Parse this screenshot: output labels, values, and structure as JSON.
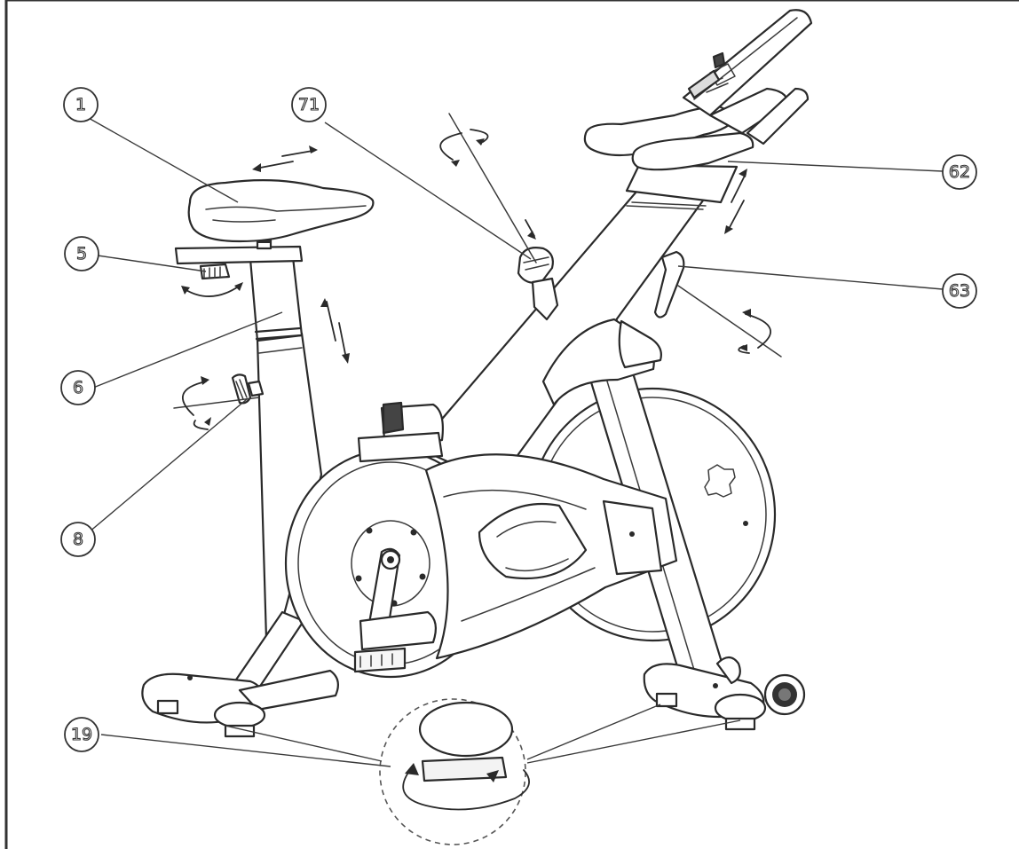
{
  "figure": {
    "frame_color": "#333333",
    "callouts": [
      {
        "id": "seat",
        "label": "1"
      },
      {
        "id": "seat-slide-knob",
        "label": "5"
      },
      {
        "id": "seat-post",
        "label": "6"
      },
      {
        "id": "seat-height-knob",
        "label": "8"
      },
      {
        "id": "foot-levelers",
        "label": "19"
      },
      {
        "id": "handlebar",
        "label": "62"
      },
      {
        "id": "handlebar-height-lever",
        "label": "63"
      },
      {
        "id": "resistance-knob",
        "label": "71"
      }
    ]
  }
}
